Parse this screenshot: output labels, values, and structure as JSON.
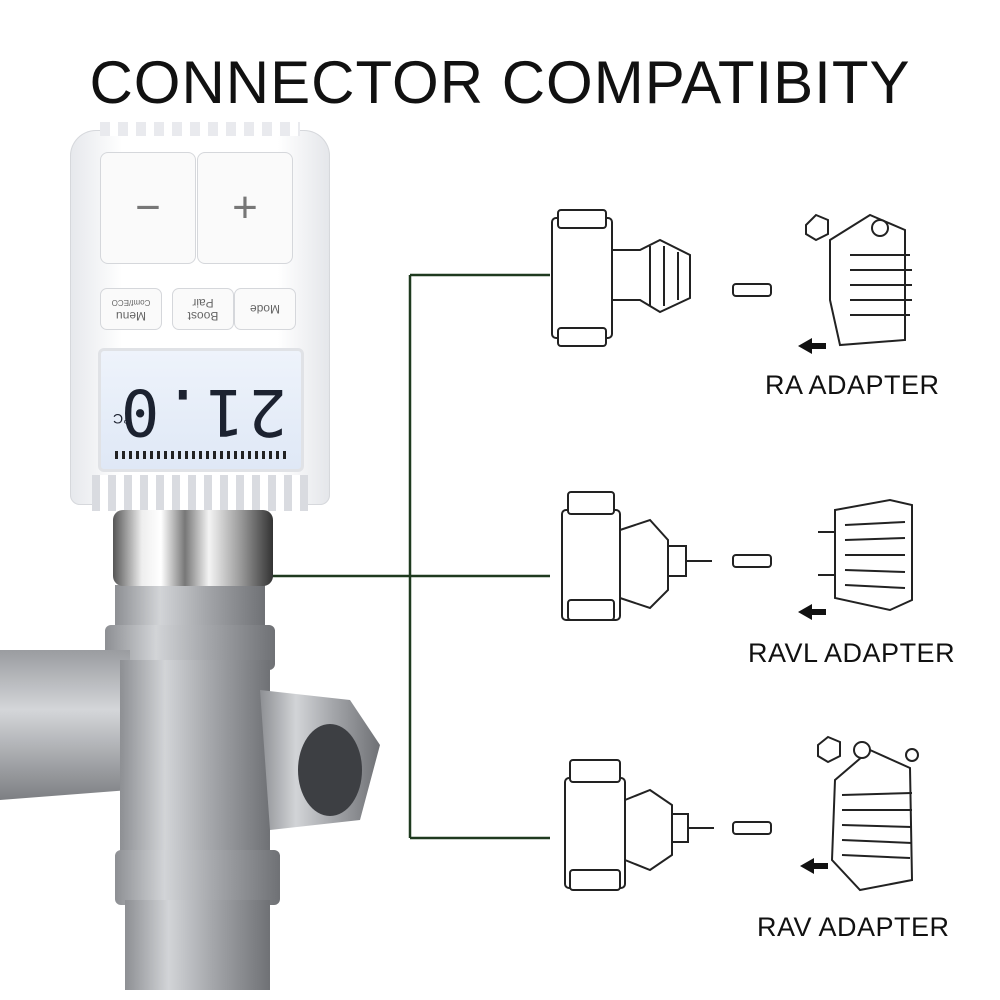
{
  "title": "CONNECTOR COMPATIBITY",
  "thermostat": {
    "minus_label": "−",
    "plus_label": "+",
    "menu_label": "Menu",
    "menu_sub": "Comf/ECO",
    "boost_label": "Boost",
    "pair_label": "Pair",
    "mode_label": "Mode",
    "display_value": "21.0",
    "display_unit": "°C"
  },
  "adapters": [
    {
      "label": "RA ADAPTER"
    },
    {
      "label": "RAVL ADAPTER"
    },
    {
      "label": "RAV ADAPTER"
    }
  ],
  "colors": {
    "line": "#1f3a1f",
    "text": "#111111",
    "metal": "#a9abaf"
  }
}
